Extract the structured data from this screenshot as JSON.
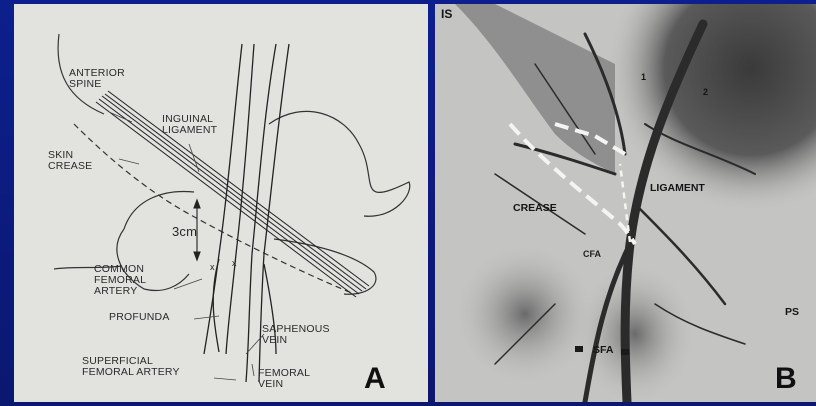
{
  "panel_a": {
    "letter": "A",
    "labels": {
      "anterior_spine": "ANTERIOR\nSPINE",
      "inguinal_ligament": "INGUINAL\nLIGAMENT",
      "skin_crease": "SKIN\nCREASE",
      "distance": "3cm",
      "common_femoral_artery": "COMMON\nFEMORAL\nARTERY",
      "profunda": "PROFUNDA",
      "saphenous_vein": "SAPHENOUS\nVEIN",
      "superficial_femoral_artery": "SUPERFICIAL\nFEMORAL ARTERY",
      "femoral_vein": "FEMORAL\nVEIN"
    }
  },
  "panel_b": {
    "letter": "B",
    "labels": {
      "is": "IS",
      "ligament": "LIGAMENT",
      "crease": "CREASE",
      "cfa": "CFA",
      "sfa": "SFA",
      "ps": "PS",
      "marker_1": "1",
      "marker_2": "2"
    }
  }
}
